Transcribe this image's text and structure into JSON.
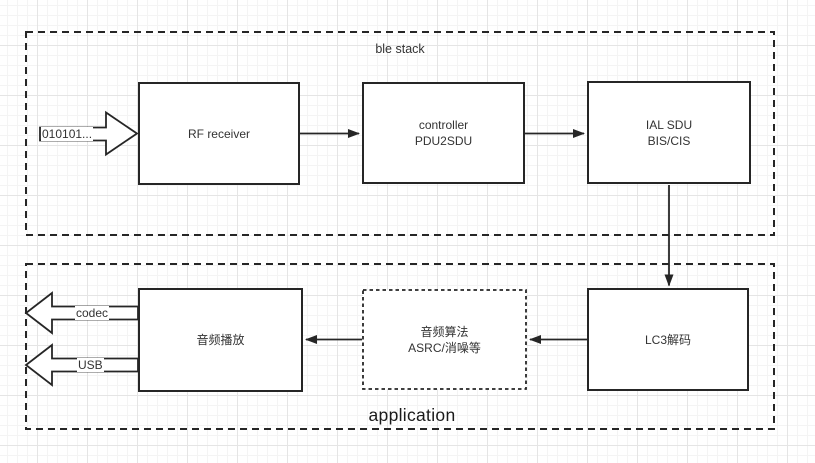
{
  "canvas": {
    "ble_stack": {
      "label": "ble stack",
      "input_arrow": "010101...",
      "rf_receiver": "RF receiver",
      "controller": {
        "line1": "controller",
        "line2": "PDU2SDU"
      },
      "ial": {
        "line1": "IAL SDU",
        "line2": "BIS/CIS"
      }
    },
    "application": {
      "label": "application",
      "lc3": "LC3解码",
      "algo": {
        "line1": "音频算法",
        "line2": "ASRC/消噪等"
      },
      "playback": "音频播放",
      "codec_arrow": "codec",
      "usb_arrow": "USB"
    },
    "colors": {
      "stroke": "#262626",
      "text": "#333333",
      "background": "#ffffff",
      "grid_minor": "#f4f4f4",
      "grid_major": "#e5e5e5"
    }
  }
}
